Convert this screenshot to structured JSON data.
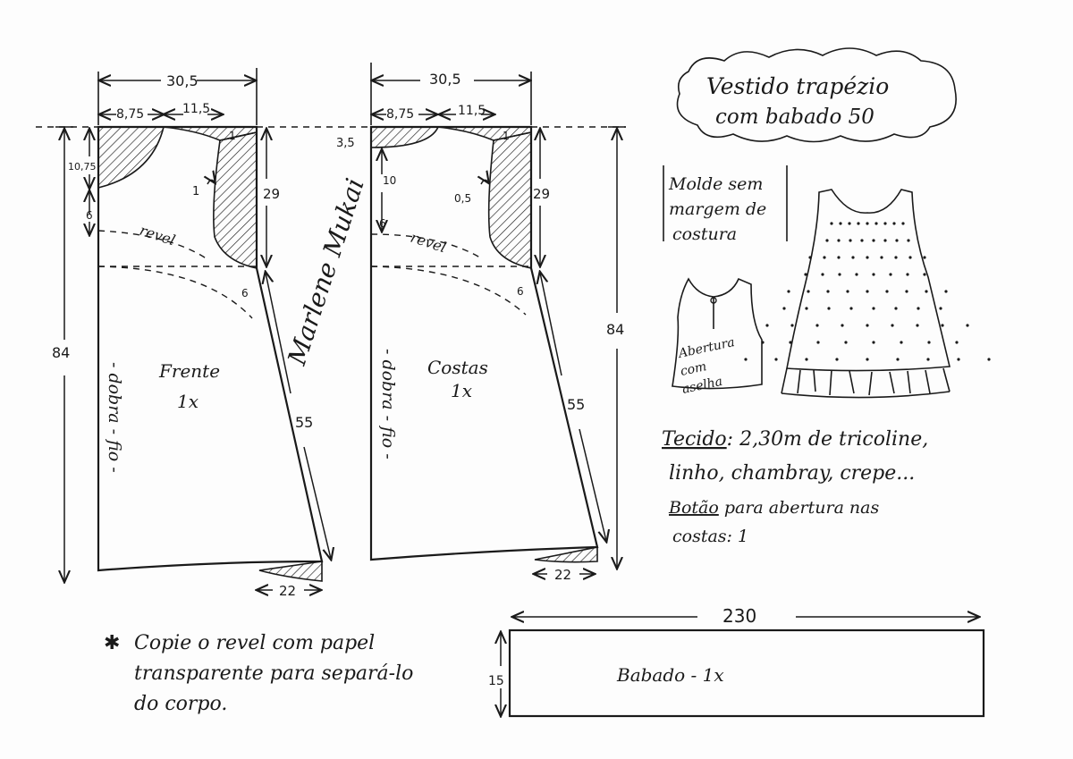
{
  "title": {
    "line1": "Vestido trapézio",
    "line2": "com babado 50"
  },
  "note_margin": {
    "line1": "Molde sem",
    "line2": "margem de",
    "line3": "costura"
  },
  "front": {
    "label": "Frente",
    "qty": "1x",
    "fold": "- dobra - fio -",
    "revel": "revel",
    "width": "30,5",
    "neck_w": "8,75",
    "shoulder_w": "11,5",
    "neck_depth": "10,75",
    "facing_depth": "6",
    "length": "84",
    "armhole": "29",
    "side_drop": "6",
    "side": "55",
    "hem": "22",
    "armhole_ease": "1"
  },
  "back": {
    "label": "Costas",
    "qty": "1x",
    "fold": "- dobra - fio -",
    "revel": "revel",
    "width": "30,5",
    "neck_w": "8,75",
    "shoulder_w": "11,5",
    "neck_depth_top": "3,5",
    "neck_depth": "10",
    "facing_depth": "6",
    "length": "84",
    "armhole": "29",
    "side_drop": "6",
    "side": "55",
    "hem": "22",
    "armhole_ease": "0,5"
  },
  "shoulder_drop": "1",
  "back_opening": {
    "line1": "Abertura",
    "line2": "com",
    "line3": "aselha"
  },
  "fabric": {
    "label": "Tecido",
    "line1_rest": ": 2,30m de tricoline,",
    "line2": "linho, chambray, crepe...",
    "button_label": "Botão",
    "line3_rest": " para abertura nas",
    "line4": "costas: 1"
  },
  "copy_note": {
    "star": "✱",
    "line1": "Copie o revel com papel",
    "line2": "transparente para separá-lo",
    "line3": "do corpo."
  },
  "ruffle": {
    "label": "Babado - 1x",
    "width": "230",
    "height": "15"
  },
  "signature": "Marlene Mukai"
}
